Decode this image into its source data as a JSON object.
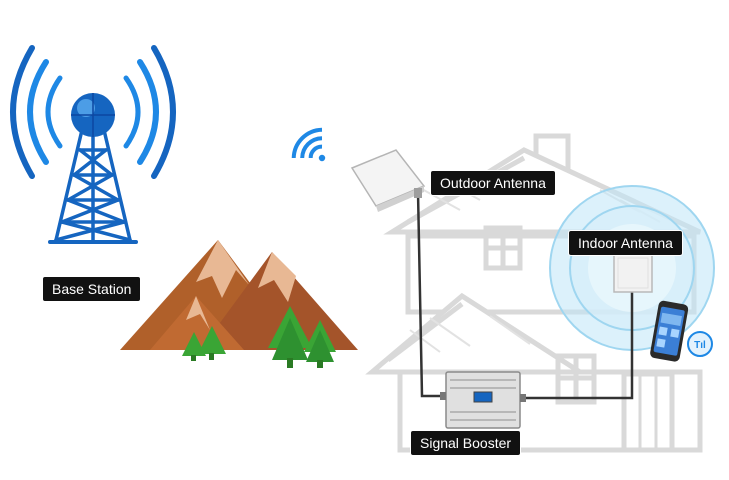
{
  "labels": {
    "base_station": "Base Station",
    "outdoor_antenna": "Outdoor Antenna",
    "indoor_antenna": "Indoor Antenna",
    "signal_booster": "Signal Booster"
  },
  "colors": {
    "tower_blue": "#1565c0",
    "signal_blue": "#1e88e5",
    "mountain_brown": "#b0602a",
    "tree_green": "#3aa535",
    "house_gray": "#d9d9d9",
    "label_bg": "#111111",
    "label_text": "#ffffff"
  },
  "icons": {
    "tower": "cell-tower-icon",
    "wifi": "wifi-icon",
    "phone": "smartphone-icon"
  }
}
